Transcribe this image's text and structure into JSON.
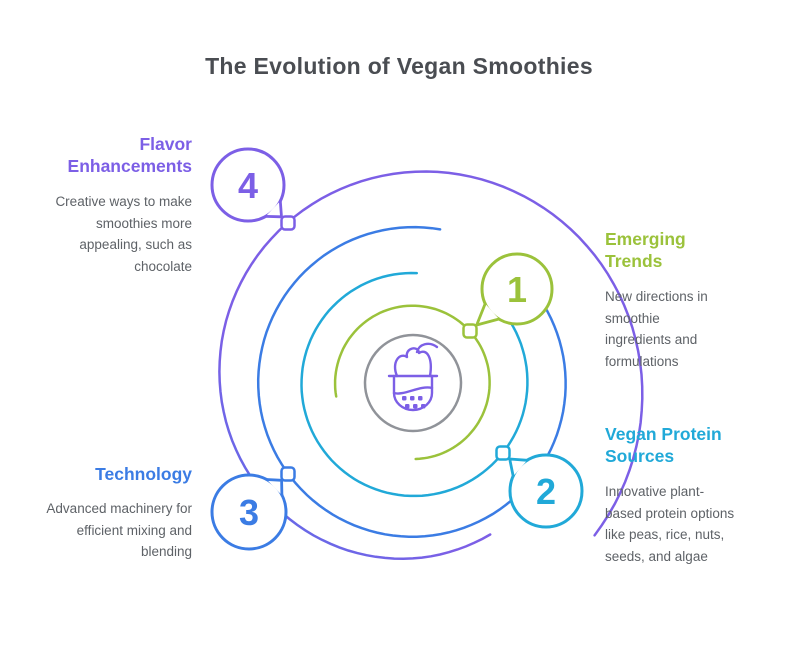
{
  "title": "The Evolution of Vegan Smoothies",
  "colors": {
    "green": "#9bc23b",
    "cyan": "#21a9d8",
    "blue": "#3b7ce4",
    "purple": "#7c5fe6",
    "purple_blend": "#5e6de8",
    "gray_ring": "#909399",
    "title_text": "#4a4d52",
    "body_text": "#5e6267"
  },
  "center_icon": "smoothie-cup-icon",
  "items": [
    {
      "number": "1",
      "label": "Emerging Trends",
      "description": "New directions in smoothie ingredients and formulations",
      "color_key": "green"
    },
    {
      "number": "2",
      "label": "Vegan Protein Sources",
      "description": "Innovative plant-based protein options like peas, rice, nuts, seeds, and algae",
      "color_key": "cyan"
    },
    {
      "number": "3",
      "label": "Technology",
      "description": "Advanced machinery for efficient mixing and blending",
      "color_key": "blue"
    },
    {
      "number": "4",
      "label": "Flavor Enhancements",
      "description": "Creative ways to make smoothies more appealing, such as chocolate",
      "color_key": "purple"
    }
  ]
}
